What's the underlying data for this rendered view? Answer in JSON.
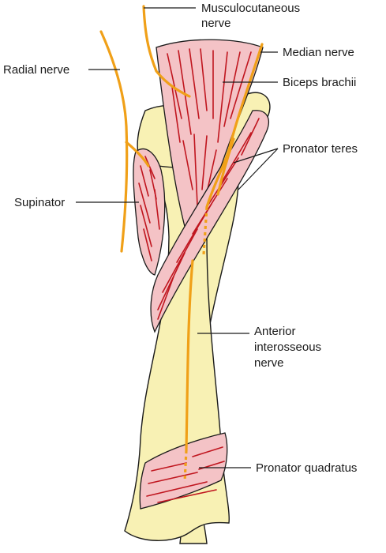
{
  "labels": {
    "musculocutaneous": [
      "Musculocutaneous",
      "nerve"
    ],
    "radial": "Radial nerve",
    "median": "Median nerve",
    "biceps": "Biceps brachii",
    "pronator_teres": "Pronator teres",
    "supinator": "Supinator",
    "anterior_interosseous": [
      "Anterior",
      "interosseous",
      "nerve"
    ],
    "pronator_quadratus": "Pronator quadratus"
  },
  "colors": {
    "bone": "#f8f1b4",
    "muscle": "#f4c3c6",
    "muscle_fiber": "#c0161f",
    "nerve": "#f0a018",
    "interosseous_membrane": "#aab4de"
  }
}
